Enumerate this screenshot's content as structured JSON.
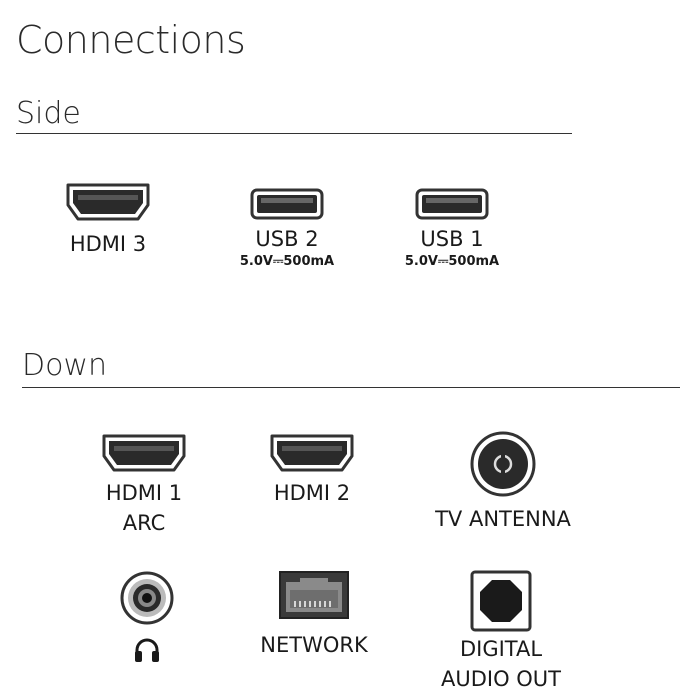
{
  "title": "Connections",
  "side": {
    "heading": "Side",
    "ports": {
      "hdmi3": {
        "label": "HDMI 3"
      },
      "usb2": {
        "label": "USB 2",
        "spec": "5.0V⎓500mA"
      },
      "usb1": {
        "label": "USB 1",
        "spec": "5.0V⎓500mA"
      }
    }
  },
  "down": {
    "heading": "Down",
    "ports": {
      "hdmi1": {
        "label_line1": "HDMI 1",
        "label_line2": "ARC"
      },
      "hdmi2": {
        "label": "HDMI 2"
      },
      "antenna": {
        "label": "TV ANTENNA"
      },
      "headphone": {
        "icon": "headphones-icon"
      },
      "network": {
        "label": "NETWORK"
      },
      "optical": {
        "label_line1": "DIGITAL",
        "label_line2": "AUDIO OUT"
      }
    }
  }
}
